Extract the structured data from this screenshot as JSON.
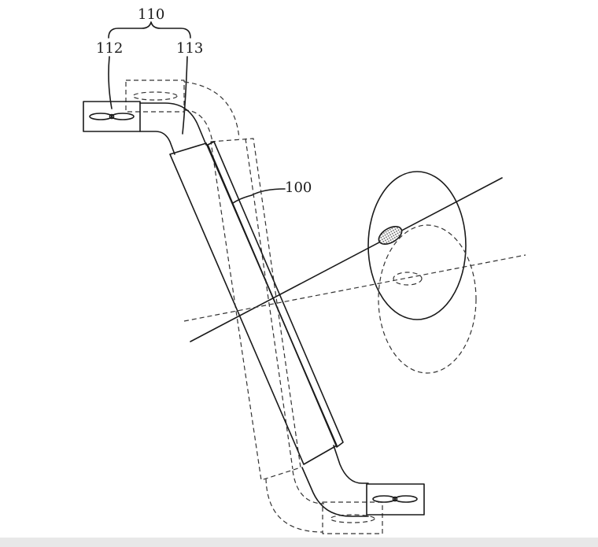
{
  "labels": {
    "assembly": "110",
    "fan_unit": "112",
    "duct": "113",
    "display": "100"
  },
  "colors": {
    "line": "#1a1a1a",
    "dashed": "#333333",
    "hatch": "#555555"
  }
}
